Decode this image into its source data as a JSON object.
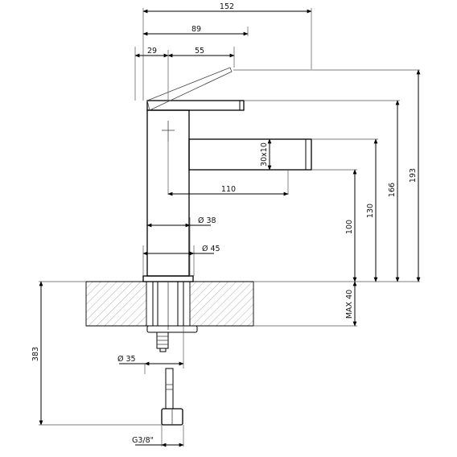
{
  "dimensions": {
    "top_overall": "152",
    "top_body_to_spout": "89",
    "lever_left": "29",
    "lever_right": "55",
    "spout_section": "30x10",
    "spout_reach": "110",
    "body_diameter": "Ø 38",
    "base_diameter": "Ø 45",
    "height_spout_bottom": "100",
    "height_spout_top": "130",
    "height_lever": "166",
    "height_lever_raised": "193",
    "max_countertop": "MAX 40",
    "below_counter_length": "383",
    "shank_diameter": "Ø 35",
    "thread": "G3/8\""
  }
}
